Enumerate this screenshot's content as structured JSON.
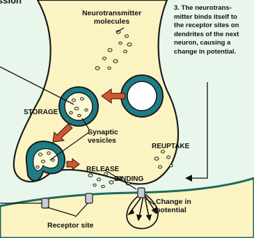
{
  "labels": {
    "heading": "ssion",
    "neurotransmitter_line1": "Neurotransmitter",
    "neurotransmitter_line2": "molecules",
    "storage": "STORAGE",
    "synaptic": "Synaptic",
    "vesicles": "vesicles",
    "reuptake": "REUPTAKE",
    "release": "RELEASE",
    "binding": "BINDING",
    "change_in": "Change in",
    "potential": "potential",
    "receptor_site": "Receptor site"
  },
  "caption": {
    "line1": "3. The neurotrans-",
    "line2": "mitter binds itself to",
    "line3": "the receptor sites on",
    "line4": "dendrites of the next",
    "line5": "neuron, causing a",
    "line6": "change in potential."
  },
  "colors": {
    "background": "#e8f6ec",
    "neuron_fill": "#fbf4c2",
    "vesicle_wall": "#1d7d86",
    "process_arrow": "#d9532b",
    "membrane_edge": "#1a6b5a"
  }
}
